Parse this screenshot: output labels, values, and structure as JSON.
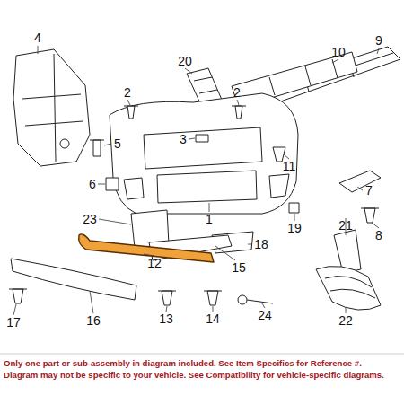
{
  "diagram": {
    "nodes": [
      {
        "text": [
          "Only one part or sub-assembly in diagram included. See Item Specifics for Reference #.",
          "Diagram may not be specific to your vehicle. See Compatibility for vehicle-specific diagrams."
        ]
      }
    ],
    "labels": [
      "4",
      "9",
      "2",
      "20",
      "10",
      "5",
      "2",
      "3",
      "6",
      "11",
      "7",
      "23",
      "1",
      "21",
      "19",
      "8",
      "18",
      "12",
      "15",
      "24",
      "22",
      "17",
      "16",
      "13",
      "14"
    ]
  }
}
